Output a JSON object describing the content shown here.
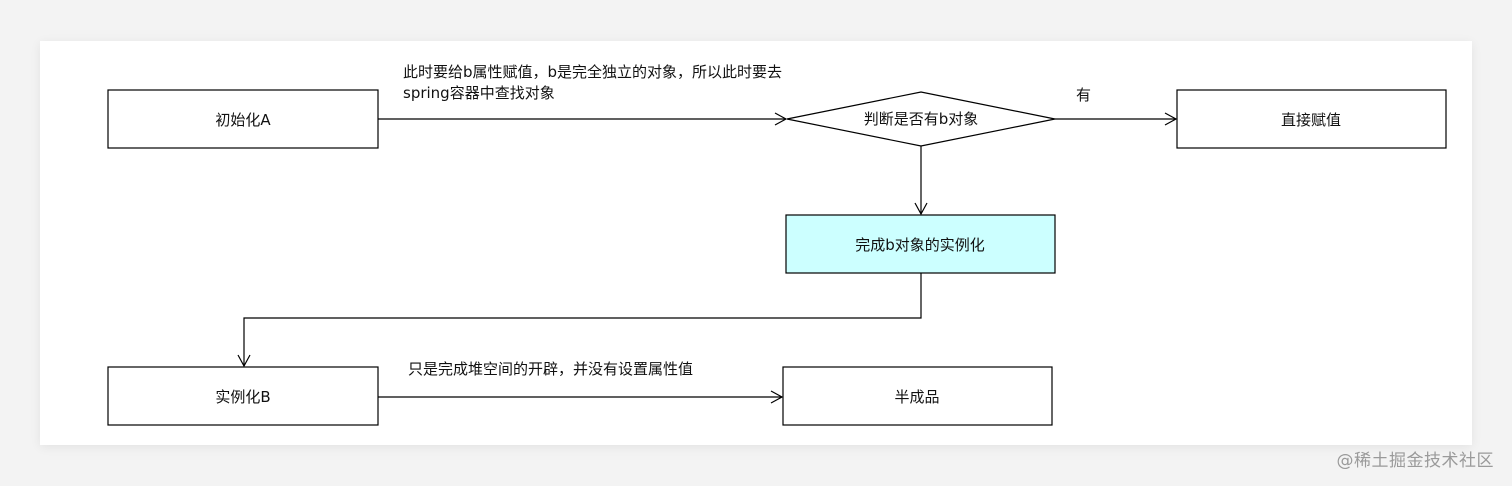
{
  "diagram": {
    "nodes": {
      "init_a": "初始化A",
      "check_b": "判断是否有b对象",
      "assign_direct": "直接赋值",
      "instantiate_b": "完成b对象的实例化",
      "instance_b": "实例化B",
      "half_product": "半成品"
    },
    "edge_labels": {
      "init_to_check_line1": "此时要给b属性赋值，b是完全独立的对象，所以此时要去",
      "init_to_check_line2": "spring容器中查找对象",
      "check_to_assign": "有",
      "instance_to_half": "只是完成堆空间的开辟，并没有设置属性值"
    },
    "colors": {
      "highlight_fill": "#ccffff",
      "stroke": "#000000"
    }
  },
  "watermark": "@稀土掘金技术社区"
}
